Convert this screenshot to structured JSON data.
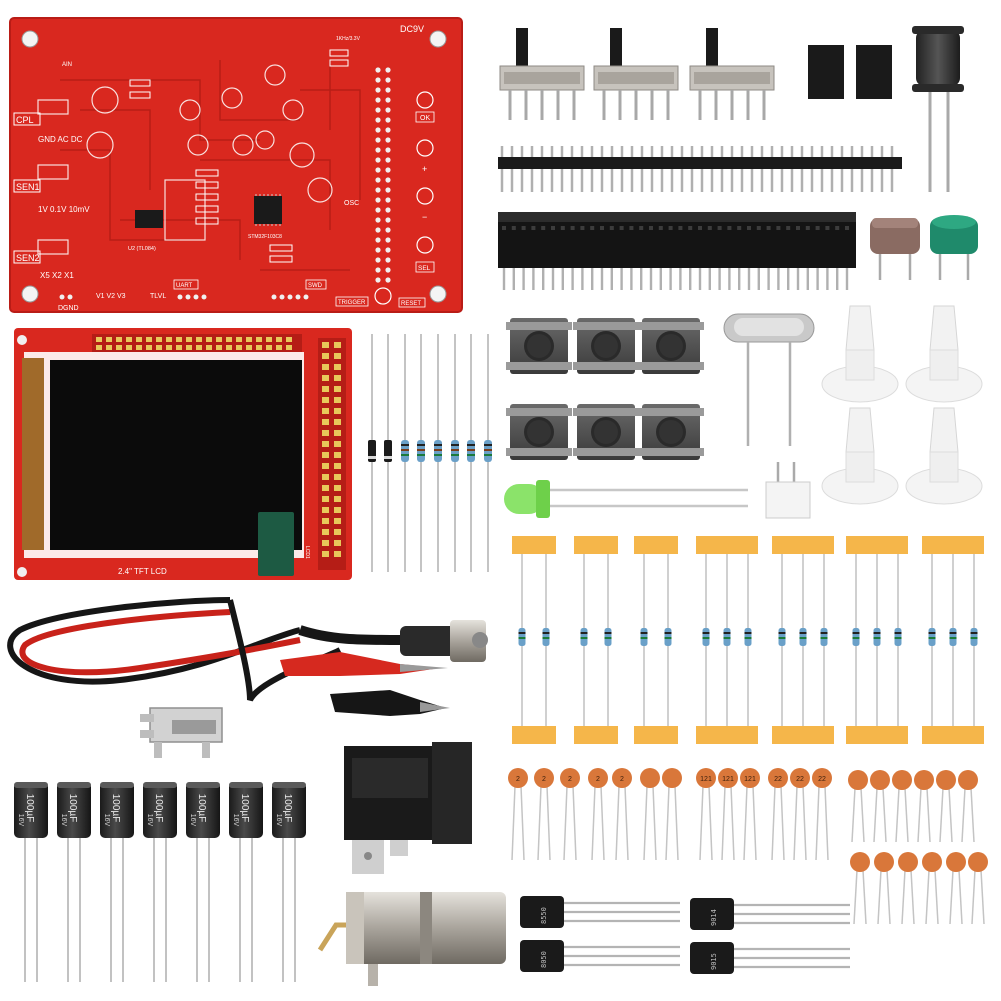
{
  "pcb": {
    "labels": {
      "dc9v": "DC9V",
      "cpl": "CPL",
      "gnd_ac_dc": "GND AC DC",
      "sen1": "SEN1",
      "sen1_range": "1V 0.1V 10mV",
      "sen2": "SEN2",
      "sen2_range": "X5 X2 X1",
      "dgnd": "DGND",
      "uart": "UART",
      "swd": "SWD",
      "trigger": "TRIGGER",
      "reset": "RESET",
      "ok": "OK",
      "plus": "+",
      "minus": "−",
      "sel": "SEL",
      "osc": "OSC",
      "ic_main": "STM32F103C8",
      "ic_opamp": "U2 (TL084)",
      "vlabels": "V1  V2  V3",
      "tlvl": "TLVL",
      "ain": "AIN",
      "freq": "1KHz/3.3V"
    }
  },
  "lcd": {
    "label": "2.4\" TFT LCD",
    "lcd1": "LCD1"
  },
  "electrolytic_caps": {
    "count": 7,
    "label_value": "100",
    "label_unit": "µF",
    "label_voltage": "16V"
  },
  "ceramic_caps": {
    "group_a": [
      "2",
      "2",
      "2",
      "2",
      "2",
      "",
      "",
      ""
    ],
    "group_b": [
      "121",
      "121",
      "121",
      "22",
      "22",
      "22"
    ],
    "group_c": [
      "",
      "",
      "",
      "",
      "",
      "",
      ""
    ]
  },
  "transistors": {
    "labels": [
      "8550",
      "8050",
      "9014",
      "9015"
    ]
  },
  "colors": {
    "pcb_red": "#d9281f",
    "pcb_dark": "#b91c16",
    "silk": "#ffffff",
    "lcd_screen": "#0b0b0b",
    "header_black": "#1a1a1a",
    "tape_orange": "#f5b64a",
    "cap_orange": "#d9773a",
    "cap_green": "#1f8a6b",
    "led_green": "#7ee05a",
    "wire_red": "#c8221a"
  }
}
